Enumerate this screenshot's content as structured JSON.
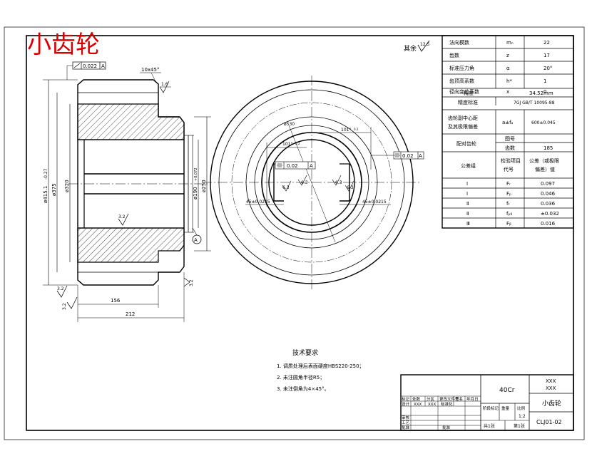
{
  "title_stamp": "小齿轮",
  "roughness_rest": "其余",
  "roughness_rest_value": "12.5",
  "section_view": {
    "chamfer_label": "10x45°",
    "runout_tol": "0.022",
    "runout_datum": "A",
    "roughness_top": "1.6",
    "roughness_bore": "3.2",
    "roughness_bottom_left": "3.2",
    "roughness_bottom_left2": "3.2",
    "roughness_right": "3.2",
    "dim_tip_dia": "ø415.1",
    "dim_tip_tol": "-0.27",
    "dim_root_dia": "ø375",
    "dim_hub_dia": "ø320",
    "dim_bore_dia": "ø190",
    "dim_bore_tol": "+0.072",
    "dim_outer_hub": "ø250",
    "dim_hub_width": "156",
    "dim_total_width": "212",
    "datum_label": "A"
  },
  "front_view": {
    "dim_keyway_left": "ø530",
    "dim_keyway_top": "101°",
    "dim_keyway_top_tol": "0.2",
    "dim_keyway_left2": "101°",
    "dim_keyway_left2_tol": "0.2",
    "sym_tol_left": "0.02",
    "sym_datum_left": "A",
    "sym_tol_right": "0.02",
    "sym_datum_right": "A",
    "roughness_keyway_left": "6.3",
    "roughness_keyway_mid": "6.3",
    "roughness_keyway_right": "6.3",
    "roughness_keyway_right2": "6.3",
    "dim_key_left": "45±0.0215",
    "dim_key_right": "45±0.0215"
  },
  "param_table": {
    "rows": [
      {
        "label": "法向模数",
        "symbol": "mₙ",
        "value": "22"
      },
      {
        "label": "齿数",
        "symbol": "z",
        "value": "17"
      },
      {
        "label": "标准压力角",
        "symbol": "α",
        "value": "20°"
      },
      {
        "label": "齿顶高系数",
        "symbol": "h*",
        "value": "1"
      },
      {
        "label": "径向变位系数",
        "symbol": "x",
        "value": "0"
      }
    ],
    "precision_label": "精度",
    "precision_value": "34.52mm",
    "standard_label": "精度标准",
    "standard_value": "7GJ GB/T 10095-88",
    "center_label": "齿轮副中心距",
    "center_label2": "及其极限偏差",
    "center_symbol": "a±fₐ",
    "center_value": "600±0.045",
    "mating_label": "配对齿轮",
    "mating_code_label": "图号",
    "mating_teeth_label": "齿数",
    "mating_teeth_value": "185",
    "group_label": "公差组",
    "item_label": "检验项目",
    "item_label2": "代号",
    "tol_header": "公差（或极限",
    "tol_header2": "偏差）值",
    "tol_rows": [
      {
        "group": "Ⅰ",
        "code": "Fᵣ",
        "value": "0.097"
      },
      {
        "group": "Ⅰ",
        "code": "Fₚ",
        "value": "0.046"
      },
      {
        "group": "Ⅱ",
        "code": "fₜ",
        "value": "0.036"
      },
      {
        "group": "Ⅱ",
        "code": "fₚ₆",
        "value": "±0.032"
      },
      {
        "group": "Ⅲ",
        "code": "Fᵦ",
        "value": "0.016"
      }
    ]
  },
  "tech_req": {
    "title": "技术要求",
    "items": [
      "1. 调质处理后表面硬度HBS220-250；",
      "2. 未注圆角半径R5；",
      "3. 未注倒角为4×45°。"
    ]
  },
  "title_block": {
    "material": "40Cr",
    "org1": "XXX",
    "org2": "XXX",
    "part_name": "小齿轮",
    "drawing_no": "CLJ01-02",
    "row_labels": [
      "标记",
      "处数",
      "分区",
      "更改文件号",
      "签名",
      "年月日"
    ],
    "designer_label": "设计",
    "designer": "XXX",
    "date": "XXX",
    "std_label": "标准化",
    "check_label": "审核",
    "process_label": "工艺",
    "approve_label": "批准",
    "stage_label": "阶段标记",
    "weight_label": "重量",
    "scale_label": "比例",
    "scale_value": "1:2",
    "total_label": "共1张",
    "sheet_label": "第1张"
  }
}
